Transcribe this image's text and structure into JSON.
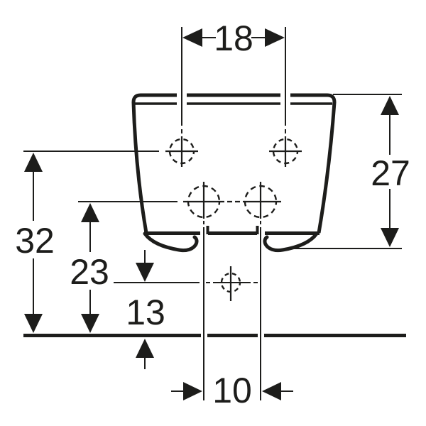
{
  "drawing": {
    "background_color": "#ffffff",
    "line_color": "#1d1d1b",
    "dimensions": {
      "upper_hole_spacing": "18",
      "body_height": "27",
      "upper_holes_height": "32",
      "lower_holes_height": "23",
      "center_hole_height": "13",
      "lower_hole_spacing": "10"
    }
  }
}
